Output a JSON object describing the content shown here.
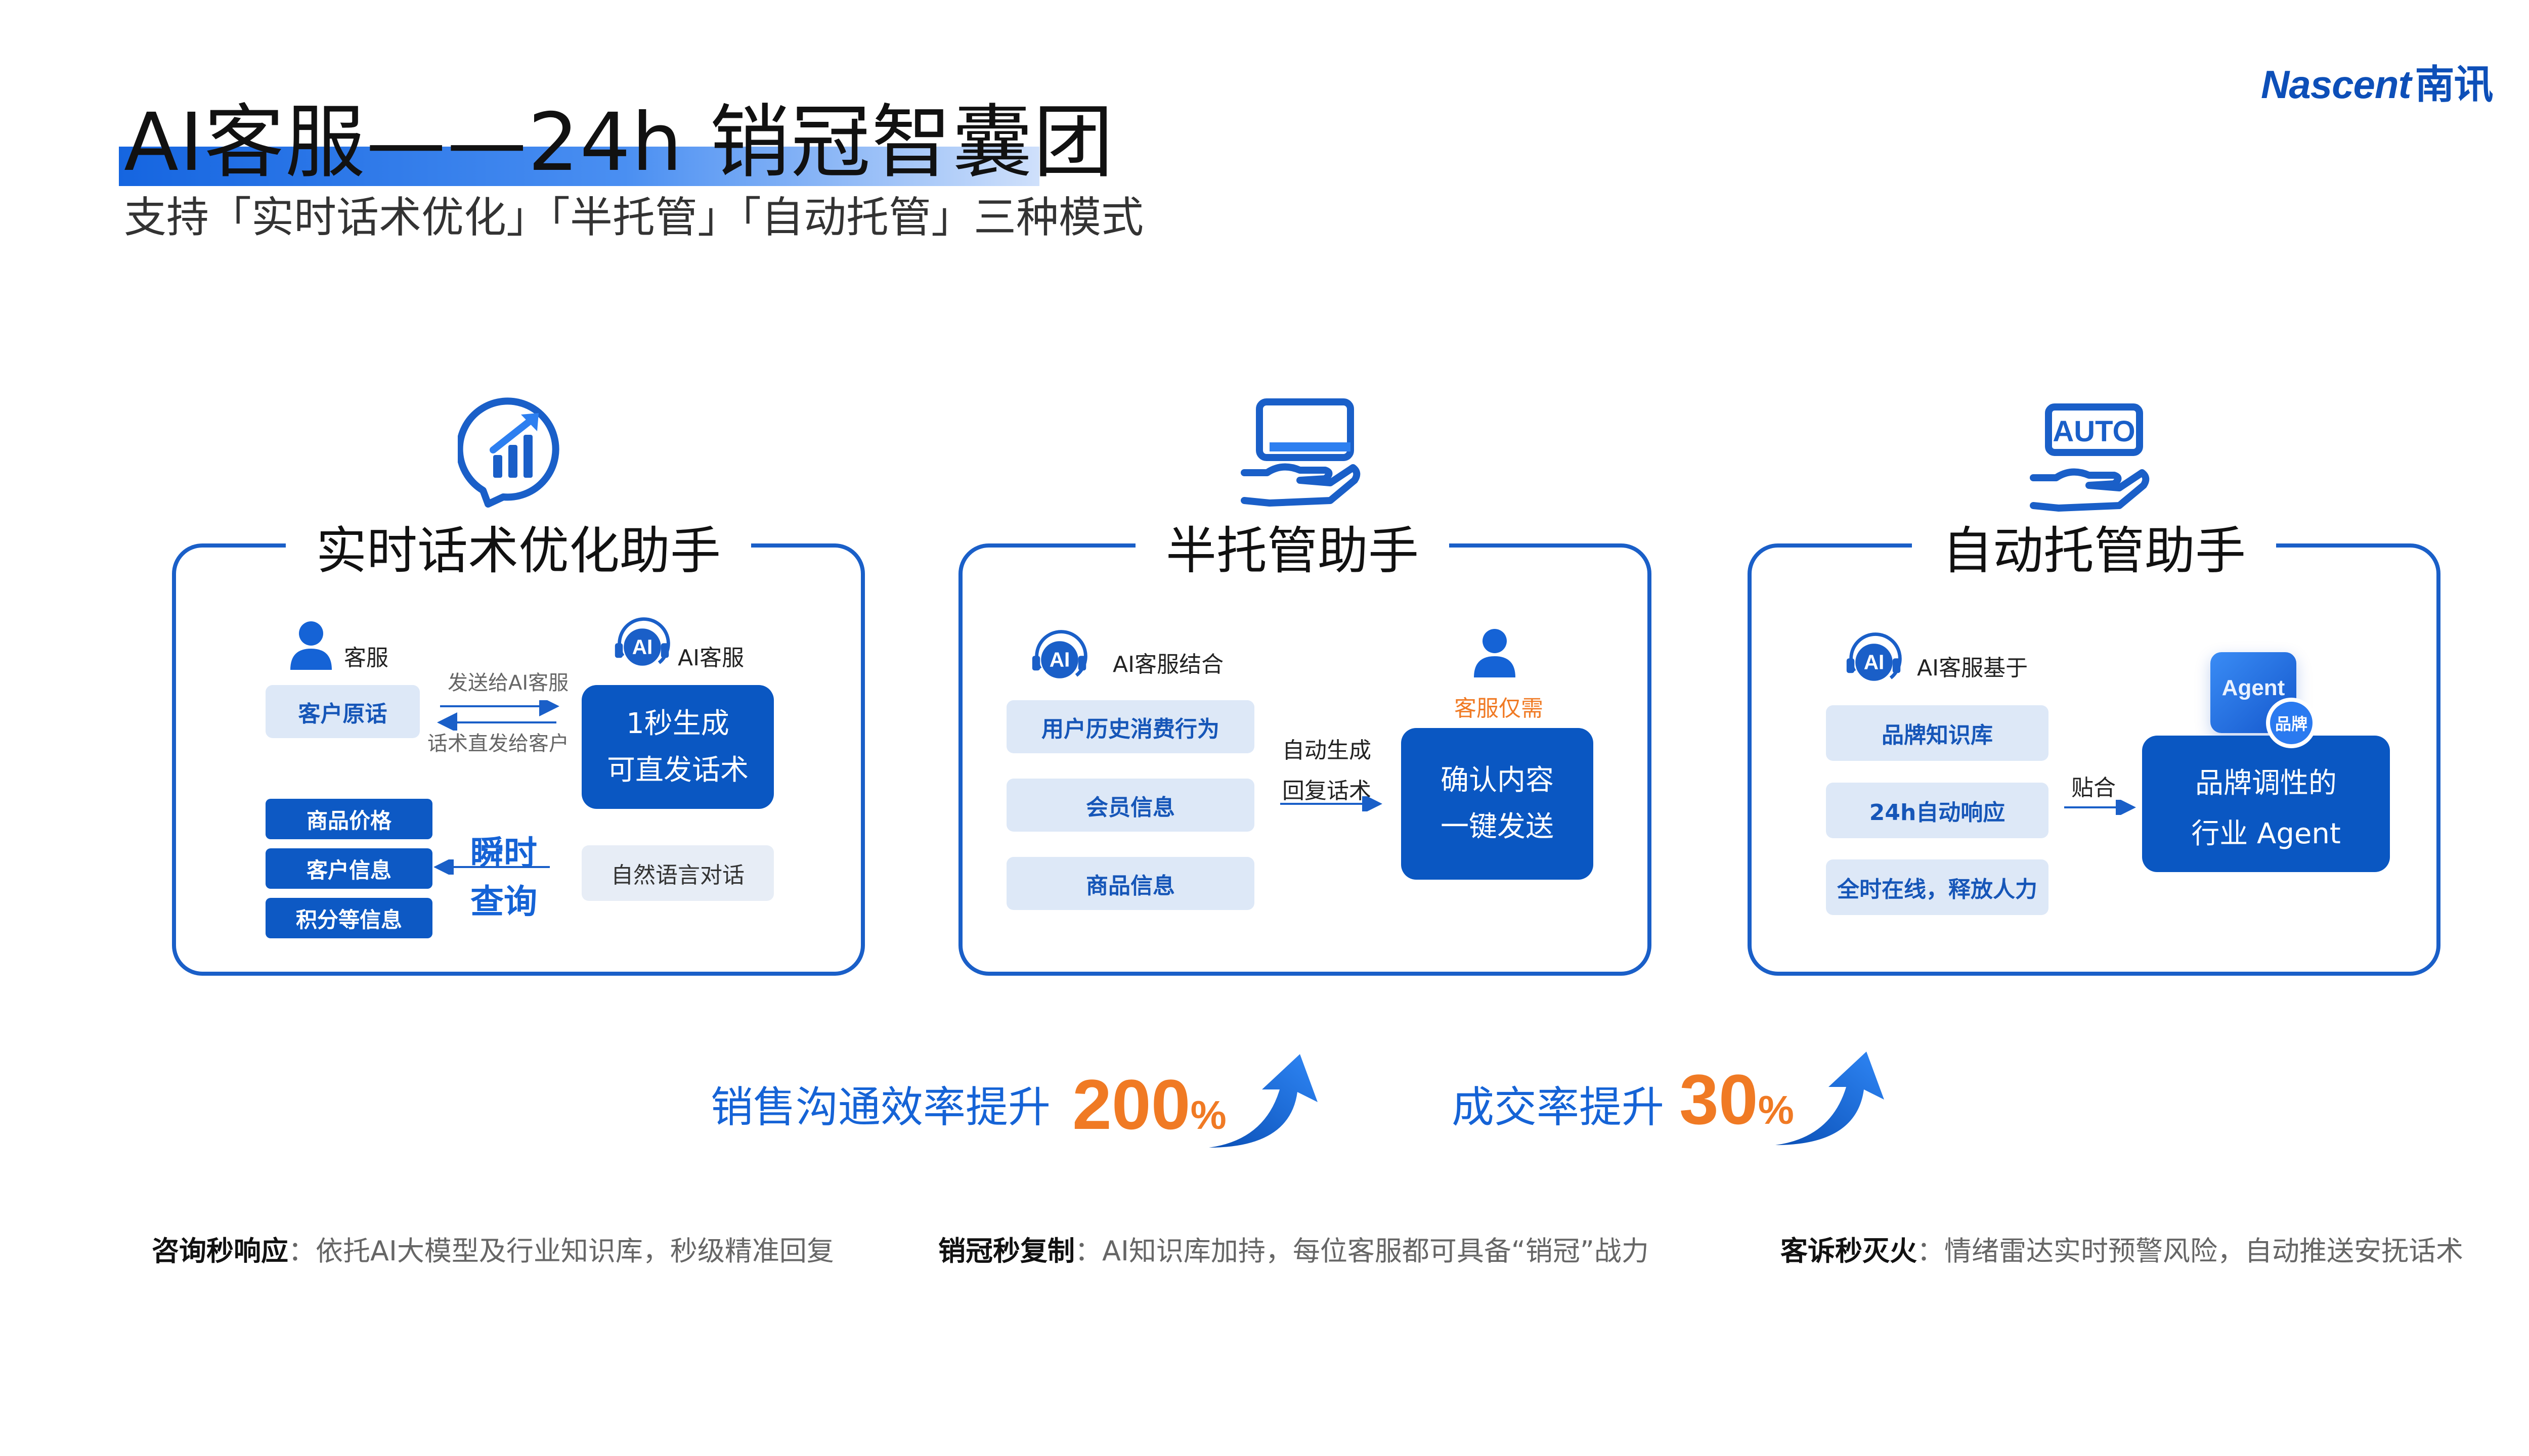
{
  "header": {
    "logo_en": "Nascent",
    "logo_cn": "南讯",
    "title": "AI客服——24h 销冠智囊团",
    "subtitle": "支持「实时话术优化」「半托管」「自动托管」三种模式"
  },
  "modes": [
    {
      "title": "实时话术优化助手",
      "agent_label": "客服",
      "ai_label": "AI客服",
      "ai_badge": "AI",
      "customer_chip": "客户原话",
      "send_to_ai": "发送给AI客服",
      "send_to_customer": "话术直发给客户",
      "reply_line1": "1秒生成",
      "reply_line2": "可直发话术",
      "info_items": [
        "商品价格",
        "客户信息",
        "积分等信息"
      ],
      "instant_line1": "瞬时",
      "instant_line2": "查询",
      "nlp_chip": "自然语言对话"
    },
    {
      "title": "半托管助手",
      "ai_badge": "AI",
      "ai_label": "AI客服结合",
      "items": [
        "用户历史消费行为",
        "会员信息",
        "商品信息"
      ],
      "auto_line1": "自动生成",
      "auto_line2": "回复话术",
      "agent_note": "客服仅需",
      "confirm_line1": "确认内容",
      "confirm_line2": "一键发送"
    },
    {
      "title": "自动托管助手",
      "icon_text": "AUTO",
      "ai_badge": "AI",
      "ai_label": "AI客服基于",
      "items": [
        "品牌知识库",
        "24h自动响应",
        "全时在线，释放人力"
      ],
      "fit_label": "贴合",
      "agent_icon_text": "Agent",
      "brand_badge": "品牌",
      "result_line1": "品牌调性的",
      "result_line2": "行业 Agent"
    }
  ],
  "stats": [
    {
      "label": "销售沟通效率提升",
      "value": "200",
      "unit": "%"
    },
    {
      "label": "成交率提升",
      "value": "30",
      "unit": "%"
    }
  ],
  "footer": [
    {
      "key": "咨询秒响应",
      "text": "依托AI大模型及行业知识库，秒级精准回复"
    },
    {
      "key": "销冠秒复制",
      "text": "AI知识库加持，每位客服都可具备“销冠”战力"
    },
    {
      "key": "客诉秒灭火",
      "text": "情绪雷达实时预警风险，自动推送安抚话术"
    }
  ],
  "colors": {
    "primary": "#0a57c2",
    "accent": "#f07a24",
    "chip": "#dde8f7"
  }
}
